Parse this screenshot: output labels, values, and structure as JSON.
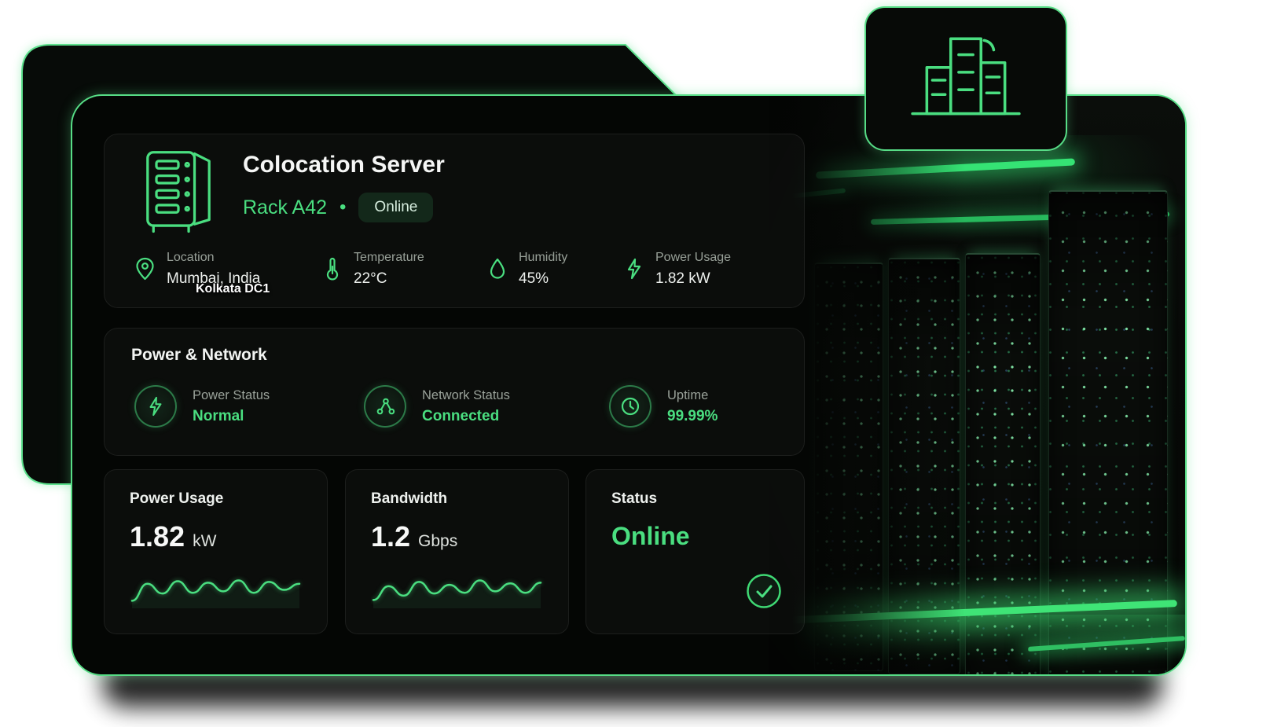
{
  "colors": {
    "accent": "#4ade80",
    "border_glow": "#57dd86",
    "label_gray": "#98a098"
  },
  "hero_icon_card": {
    "icon": "datacenter-building-icon"
  },
  "server_card": {
    "icon": "server-rack-icon",
    "title": "Colocation Server",
    "rack_label": "Rack A42",
    "separator": "•",
    "status_badge": "Online",
    "stats": [
      {
        "icon": "location-pin-icon",
        "label": "Location",
        "value": "Mumbai, India",
        "overlay_label": "Kolkata DC1"
      },
      {
        "icon": "thermometer-icon",
        "label": "Temperature",
        "value": "22°C"
      },
      {
        "icon": "water-drop-icon",
        "label": "Humidity",
        "value": "45%"
      },
      {
        "icon": "lightning-bolt-icon",
        "label": "Power Usage",
        "value": "1.82 kW"
      }
    ]
  },
  "power_network_card": {
    "title": "Power & Network",
    "items": [
      {
        "icon": "lightning-bolt-icon",
        "label": "Power Status",
        "value": "Normal"
      },
      {
        "icon": "network-nodes-icon",
        "label": "Network Status",
        "value": "Connected"
      },
      {
        "icon": "clock-icon",
        "label": "Uptime",
        "value": "99.99%"
      }
    ]
  },
  "metric_cards": [
    {
      "title": "Power Usage",
      "value": "1.82",
      "unit": "kW",
      "sparkline": [
        8,
        55,
        28,
        62,
        30,
        58,
        34,
        64,
        30,
        60,
        38,
        55
      ]
    },
    {
      "title": "Bandwidth",
      "value": "1.2",
      "unit": "Gbps",
      "sparkline": [
        10,
        48,
        22,
        60,
        28,
        52,
        30,
        64,
        34,
        56,
        30,
        58
      ]
    },
    {
      "title": "Status",
      "value": "Online",
      "icon": "check-circle-icon"
    }
  ]
}
